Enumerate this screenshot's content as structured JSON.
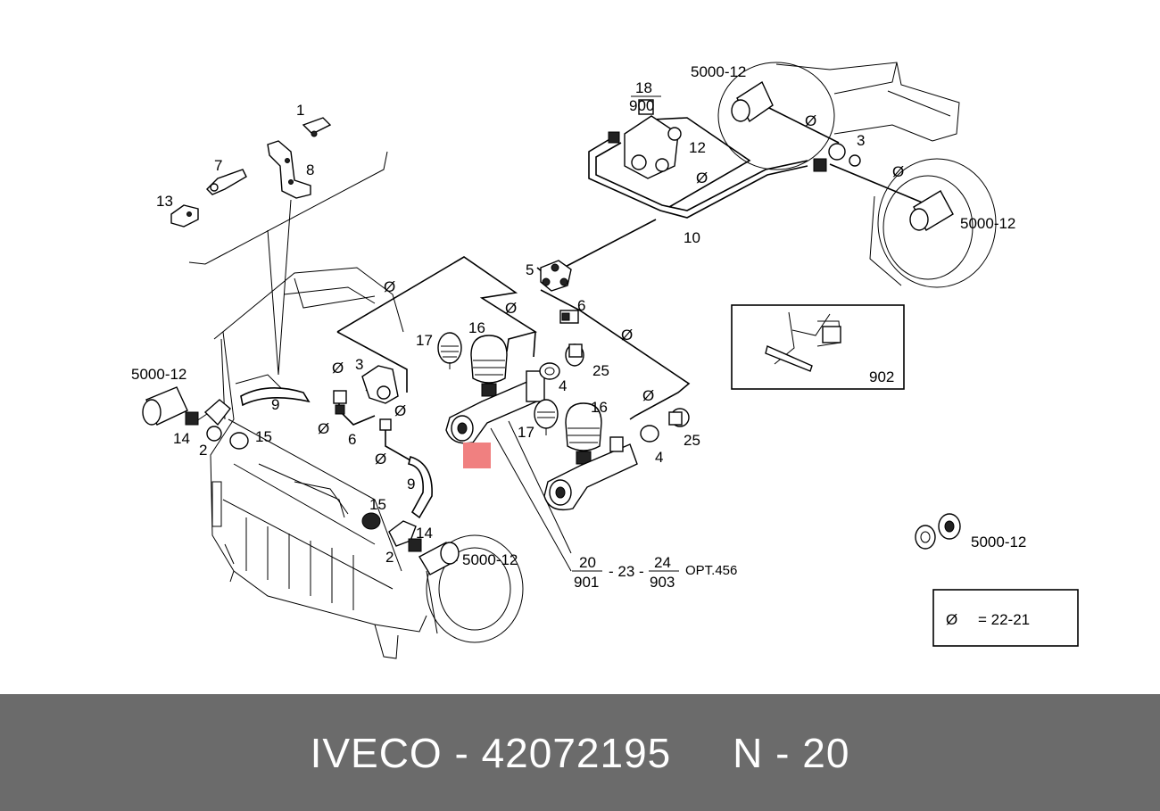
{
  "labels": {
    "l1": "1",
    "l7": "7",
    "l8": "8",
    "l13": "13",
    "l18": "18",
    "l900": "900",
    "l12": "12",
    "l3_top": "3",
    "l5000_tr": "5000-12",
    "l5000_rr": "5000-12",
    "l10": "10",
    "l5": "5",
    "l6_mid": "6",
    "l17_a": "17",
    "l16_a": "16",
    "l25_a": "25",
    "l4_a": "4",
    "l5000_left": "5000-12",
    "l14_left": "14",
    "l2_left": "2",
    "l15_top": "15",
    "l9_top": "9",
    "l3_cab": "3",
    "l6_cab": "6",
    "l9_low": "9",
    "l15_low": "15",
    "l14_low": "14",
    "l2_low": "2",
    "l5000_front": "5000-12",
    "l17_b": "17",
    "l16_b": "16",
    "l25_b": "25",
    "l4_b": "4",
    "l902": "902",
    "l20": "20",
    "l901": "901",
    "l23": "- 23 -",
    "l24": "24",
    "l903": "903",
    "lopt": "OPT.456",
    "l5000_nut": "5000-12",
    "phi_sym": "Ø",
    "phi_eq": "= 22-21"
  },
  "pipe_symbol": "Ø",
  "highlight_color": "#f08080",
  "footer": {
    "text": "IVECO - 42072195     N - 20"
  }
}
